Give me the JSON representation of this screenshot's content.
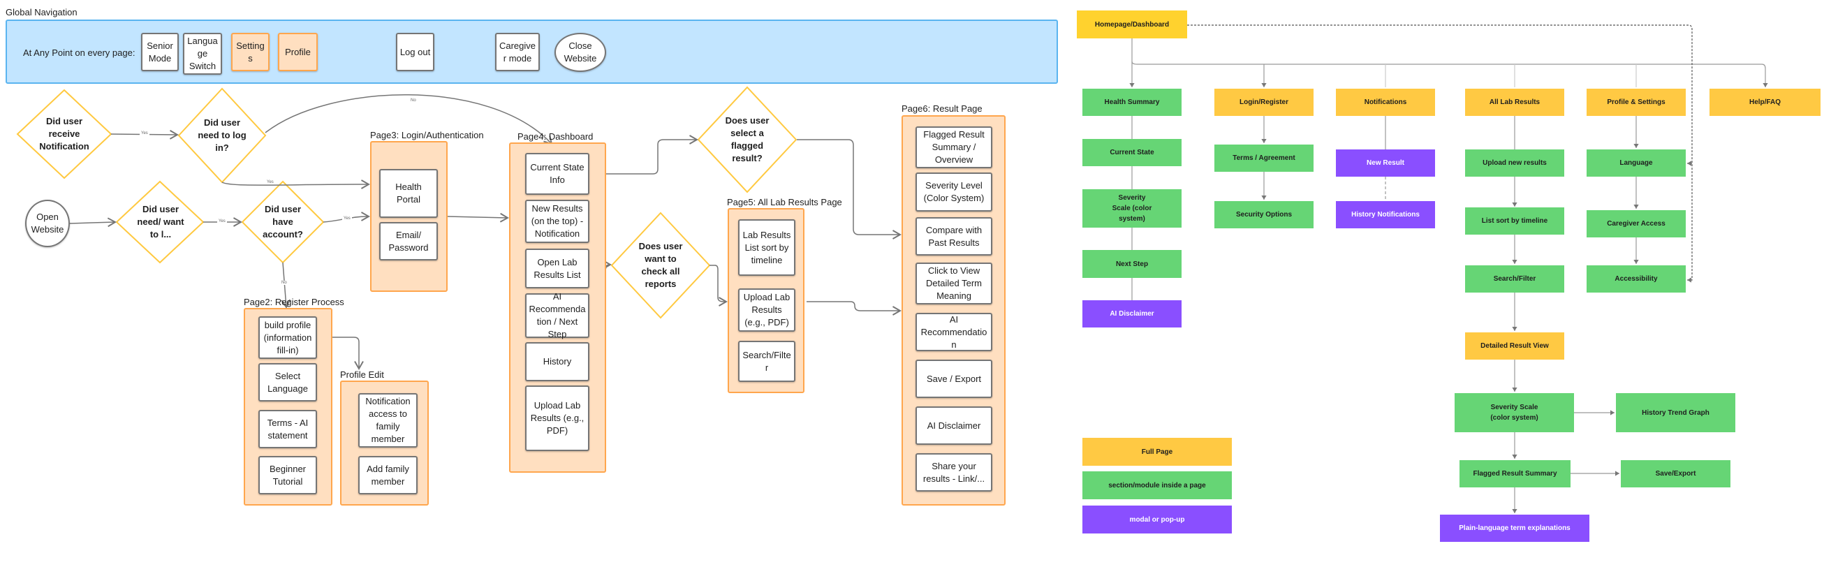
{
  "flow": {
    "nav": {
      "title": "Global Navigation",
      "prompt": "At Any Point on every page:",
      "items": [
        "Senior Mode",
        "Language Switch",
        "Settings",
        "Profile",
        "Log out",
        "Caregiver mode",
        "Close Website"
      ]
    },
    "start": "Open Website",
    "decisions": {
      "receive_notification": "Did user receive Notification",
      "need_login": "Did user need to log in?",
      "need_want": "Did user need/ want to l...",
      "have_account": "Did user have account?",
      "select_flagged": "Does user select a flagged result?",
      "check_all": "Does user want to check all reports"
    },
    "edge_labels": {
      "yes": "Yes",
      "no": "No"
    },
    "pages": {
      "page3": {
        "title": "Page3: Login/Authentication",
        "items": [
          "Health Portal",
          "Email/ Password"
        ]
      },
      "page4": {
        "title": "Page4: Dashboard",
        "items": [
          "Current State Info",
          "New Results (on the top) - Notification",
          "Open Lab Results List",
          "AI Recommendation / Next Step",
          "History",
          "Upload Lab Results (e.g., PDF)"
        ]
      },
      "page2": {
        "title": "Page2: Register Process",
        "items": [
          "build profile (information fill-in)",
          "Select Language",
          "Terms - AI statement",
          "Beginner Tutorial"
        ]
      },
      "profile_edit": {
        "title": "Profile Edit",
        "items": [
          "Notification access to family member",
          "Add family member"
        ]
      },
      "page5": {
        "title": "Page5: All Lab Results Page",
        "items": [
          "Lab Results List sort by timeline",
          "Upload Lab Results (e.g., PDF)",
          "Search/Filter"
        ]
      },
      "page6": {
        "title": "Page6: Result Page",
        "items": [
          "Flagged Result Summary / Overview",
          "Severity Level (Color System)",
          "Compare with Past Results",
          "Click to View Detailed Term Meaning",
          "AI Recommendation",
          "Save / Export",
          "AI Disclaimer",
          "Share your results - Link/..."
        ]
      }
    }
  },
  "sitemap": {
    "root": "Homepage/Dashboard",
    "health": [
      "Health Summary",
      "Current State",
      "Severity Scale (color system)",
      "Next Step",
      "AI Disclaimer"
    ],
    "login": [
      "Login/Register",
      "Terms / Agreement",
      "Security Options"
    ],
    "notifications": [
      "Notifications",
      "New Result",
      "History Notifications"
    ],
    "lab": [
      "All Lab Results",
      "Upload new results",
      "List sort by timeline",
      "Search/Filter",
      "Detailed Result View",
      "Severity Scale (color system)",
      "History Trend Graph",
      "Flagged Result Summary",
      "Save/Export",
      "Plain-language term explanations"
    ],
    "profile": [
      "Profile & Settings",
      "Language",
      "Caregiver Access",
      "Accessibility"
    ],
    "help": "Help/FAQ"
  },
  "legend": {
    "full_page": "Full Page",
    "section": "section/module inside a page",
    "modal": "modal or pop-up"
  },
  "colors": {
    "full_page": "#ffc943",
    "section": "#66d575",
    "modal": "#8a4fff",
    "page_container": "#ffdfc0",
    "nav_bar": "#c2e5ff",
    "decision": "#ffc940"
  }
}
